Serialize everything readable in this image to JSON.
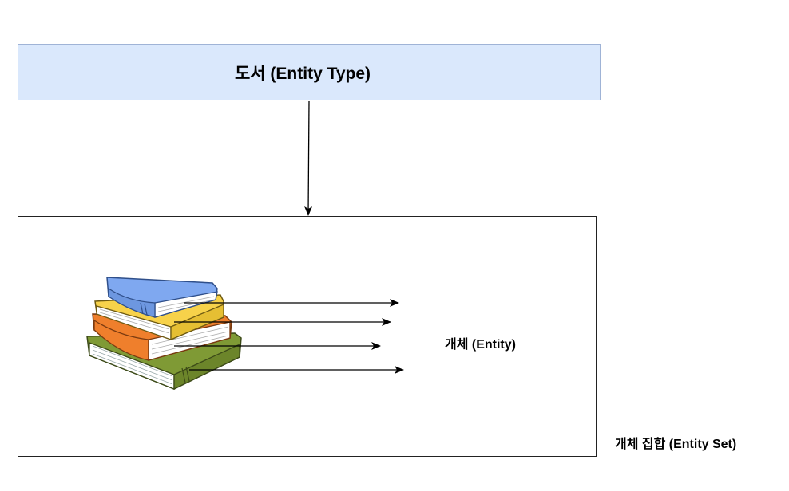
{
  "diagram": {
    "entity_type_label": "도서 (Entity Type)",
    "entity_label": "개체 (Entity)",
    "entity_set_label": "개체 집합 (Entity Set)",
    "book_icon": "book-stack-icon"
  },
  "colors": {
    "entity_type_fill": "#dae8fc",
    "entity_type_border": "#9fb3d6",
    "book_blue": "#7fa8f0",
    "book_yellow": "#f7d24a",
    "book_orange": "#ef7f2c",
    "book_green": "#7f9a35"
  }
}
